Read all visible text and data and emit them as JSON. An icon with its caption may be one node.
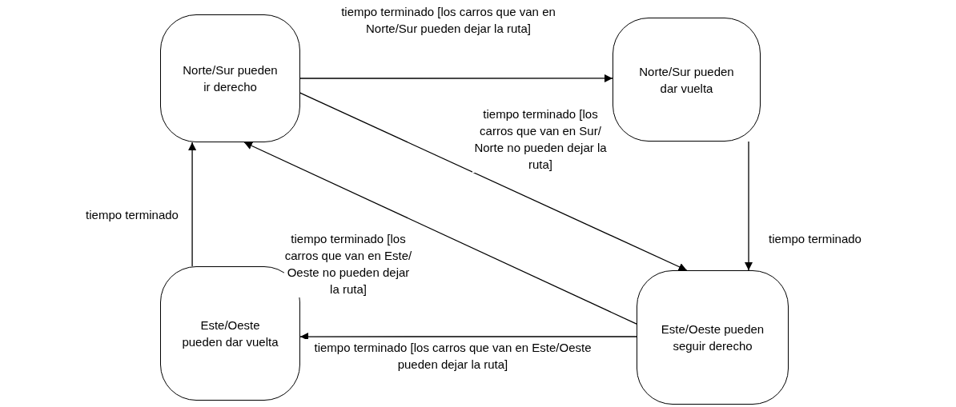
{
  "diagram": {
    "nodes": [
      {
        "text": [
          "Norte/Sur pueden ir derecho"
        ]
      },
      {
        "text": [
          "Norte/Sur pueden dar vuelta"
        ]
      },
      {
        "text": [
          "Este/Oeste pueden seguir derecho"
        ]
      },
      {
        "text": [
          "Este/Oeste pueden dar vuelta"
        ]
      }
    ],
    "edges": [
      {
        "from": 0,
        "to": 1,
        "arrow": "to",
        "label": "tiempo terminado [los carros que van en Norte/Sur pueden dejar la ruta]"
      },
      {
        "from": 0,
        "to": 2,
        "arrow": "to",
        "label": "tiempo terminado [los carros que van en Sur/ Norte no pueden dejar la ruta]"
      },
      {
        "from": 1,
        "to": 2,
        "arrow": "to",
        "label": "tiempo terminado"
      },
      {
        "from": 2,
        "to": 0,
        "arrow": "to",
        "label": "tiempo terminado [los carros que van en Este/ Oeste no pueden dejar la ruta]"
      },
      {
        "from": 2,
        "to": 3,
        "arrow": "to",
        "label": "tiempo terminado [los carros que van en Este/Oeste pueden dejar la ruta]"
      },
      {
        "from": 3,
        "to": 0,
        "arrow": "to",
        "label": "tiempo terminado"
      }
    ]
  }
}
